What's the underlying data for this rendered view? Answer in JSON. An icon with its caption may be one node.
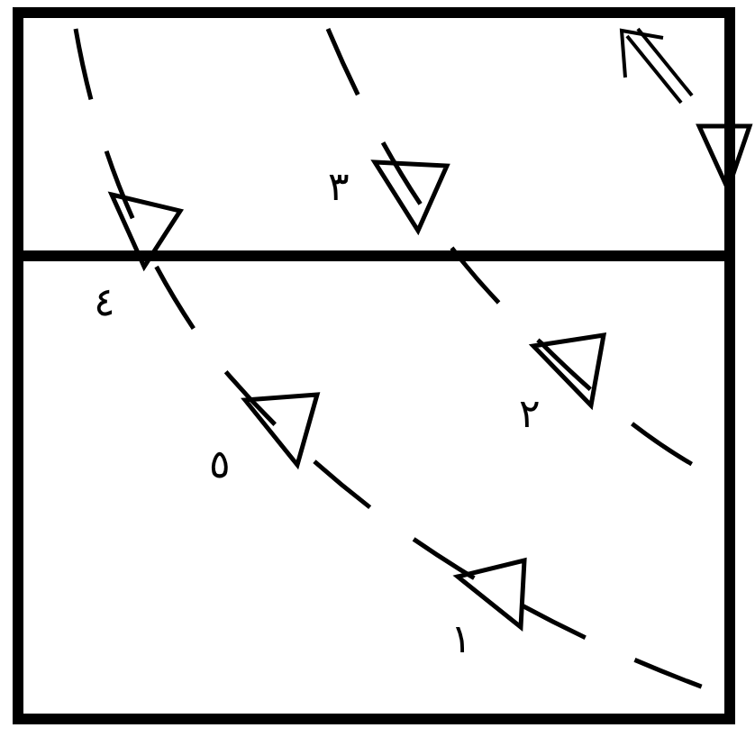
{
  "diagram": {
    "labels": [
      "٣",
      "٤",
      "٢",
      "٥",
      "١"
    ]
  }
}
